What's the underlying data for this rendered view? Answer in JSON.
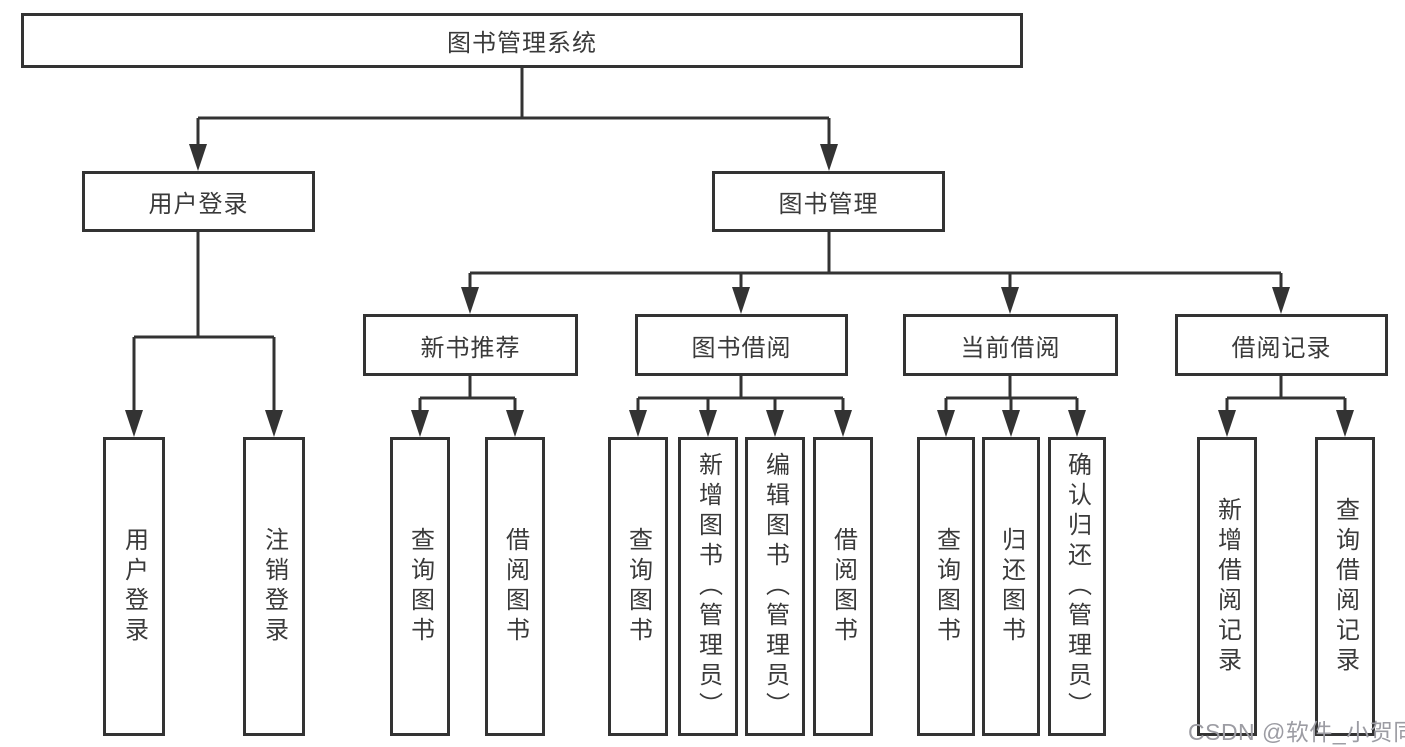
{
  "nodes": {
    "root": "图书管理系统",
    "user_login": "用户登录",
    "book_management": "图书管理",
    "new_book_recommend": "新书推荐",
    "book_borrow": "图书借阅",
    "current_borrow": "当前借阅",
    "borrow_records": "借阅记录",
    "ul_user_login": "用户登录",
    "ul_logout": "注销登录",
    "nb_query_books": "查询图书",
    "nb_borrow_books": "借阅图书",
    "bb_query_books": "查询图书",
    "bb_add_books": "新增图书（管理员）",
    "bb_edit_books": "编辑图书（管理员）",
    "bb_borrow_books": "借阅图书",
    "cb_query_books": "查询图书",
    "cb_return_books": "归还图书",
    "cb_confirm_return": "确认归还（管理员）",
    "br_add_record": "新增借阅记录",
    "br_query_record": "查询借阅记录"
  },
  "watermark": "CSDN @软件_小贺同学",
  "colors": {
    "line": "#333333",
    "text": "#3a3a3a",
    "watermark": "#9c9ca3",
    "background": "#ffffff"
  }
}
